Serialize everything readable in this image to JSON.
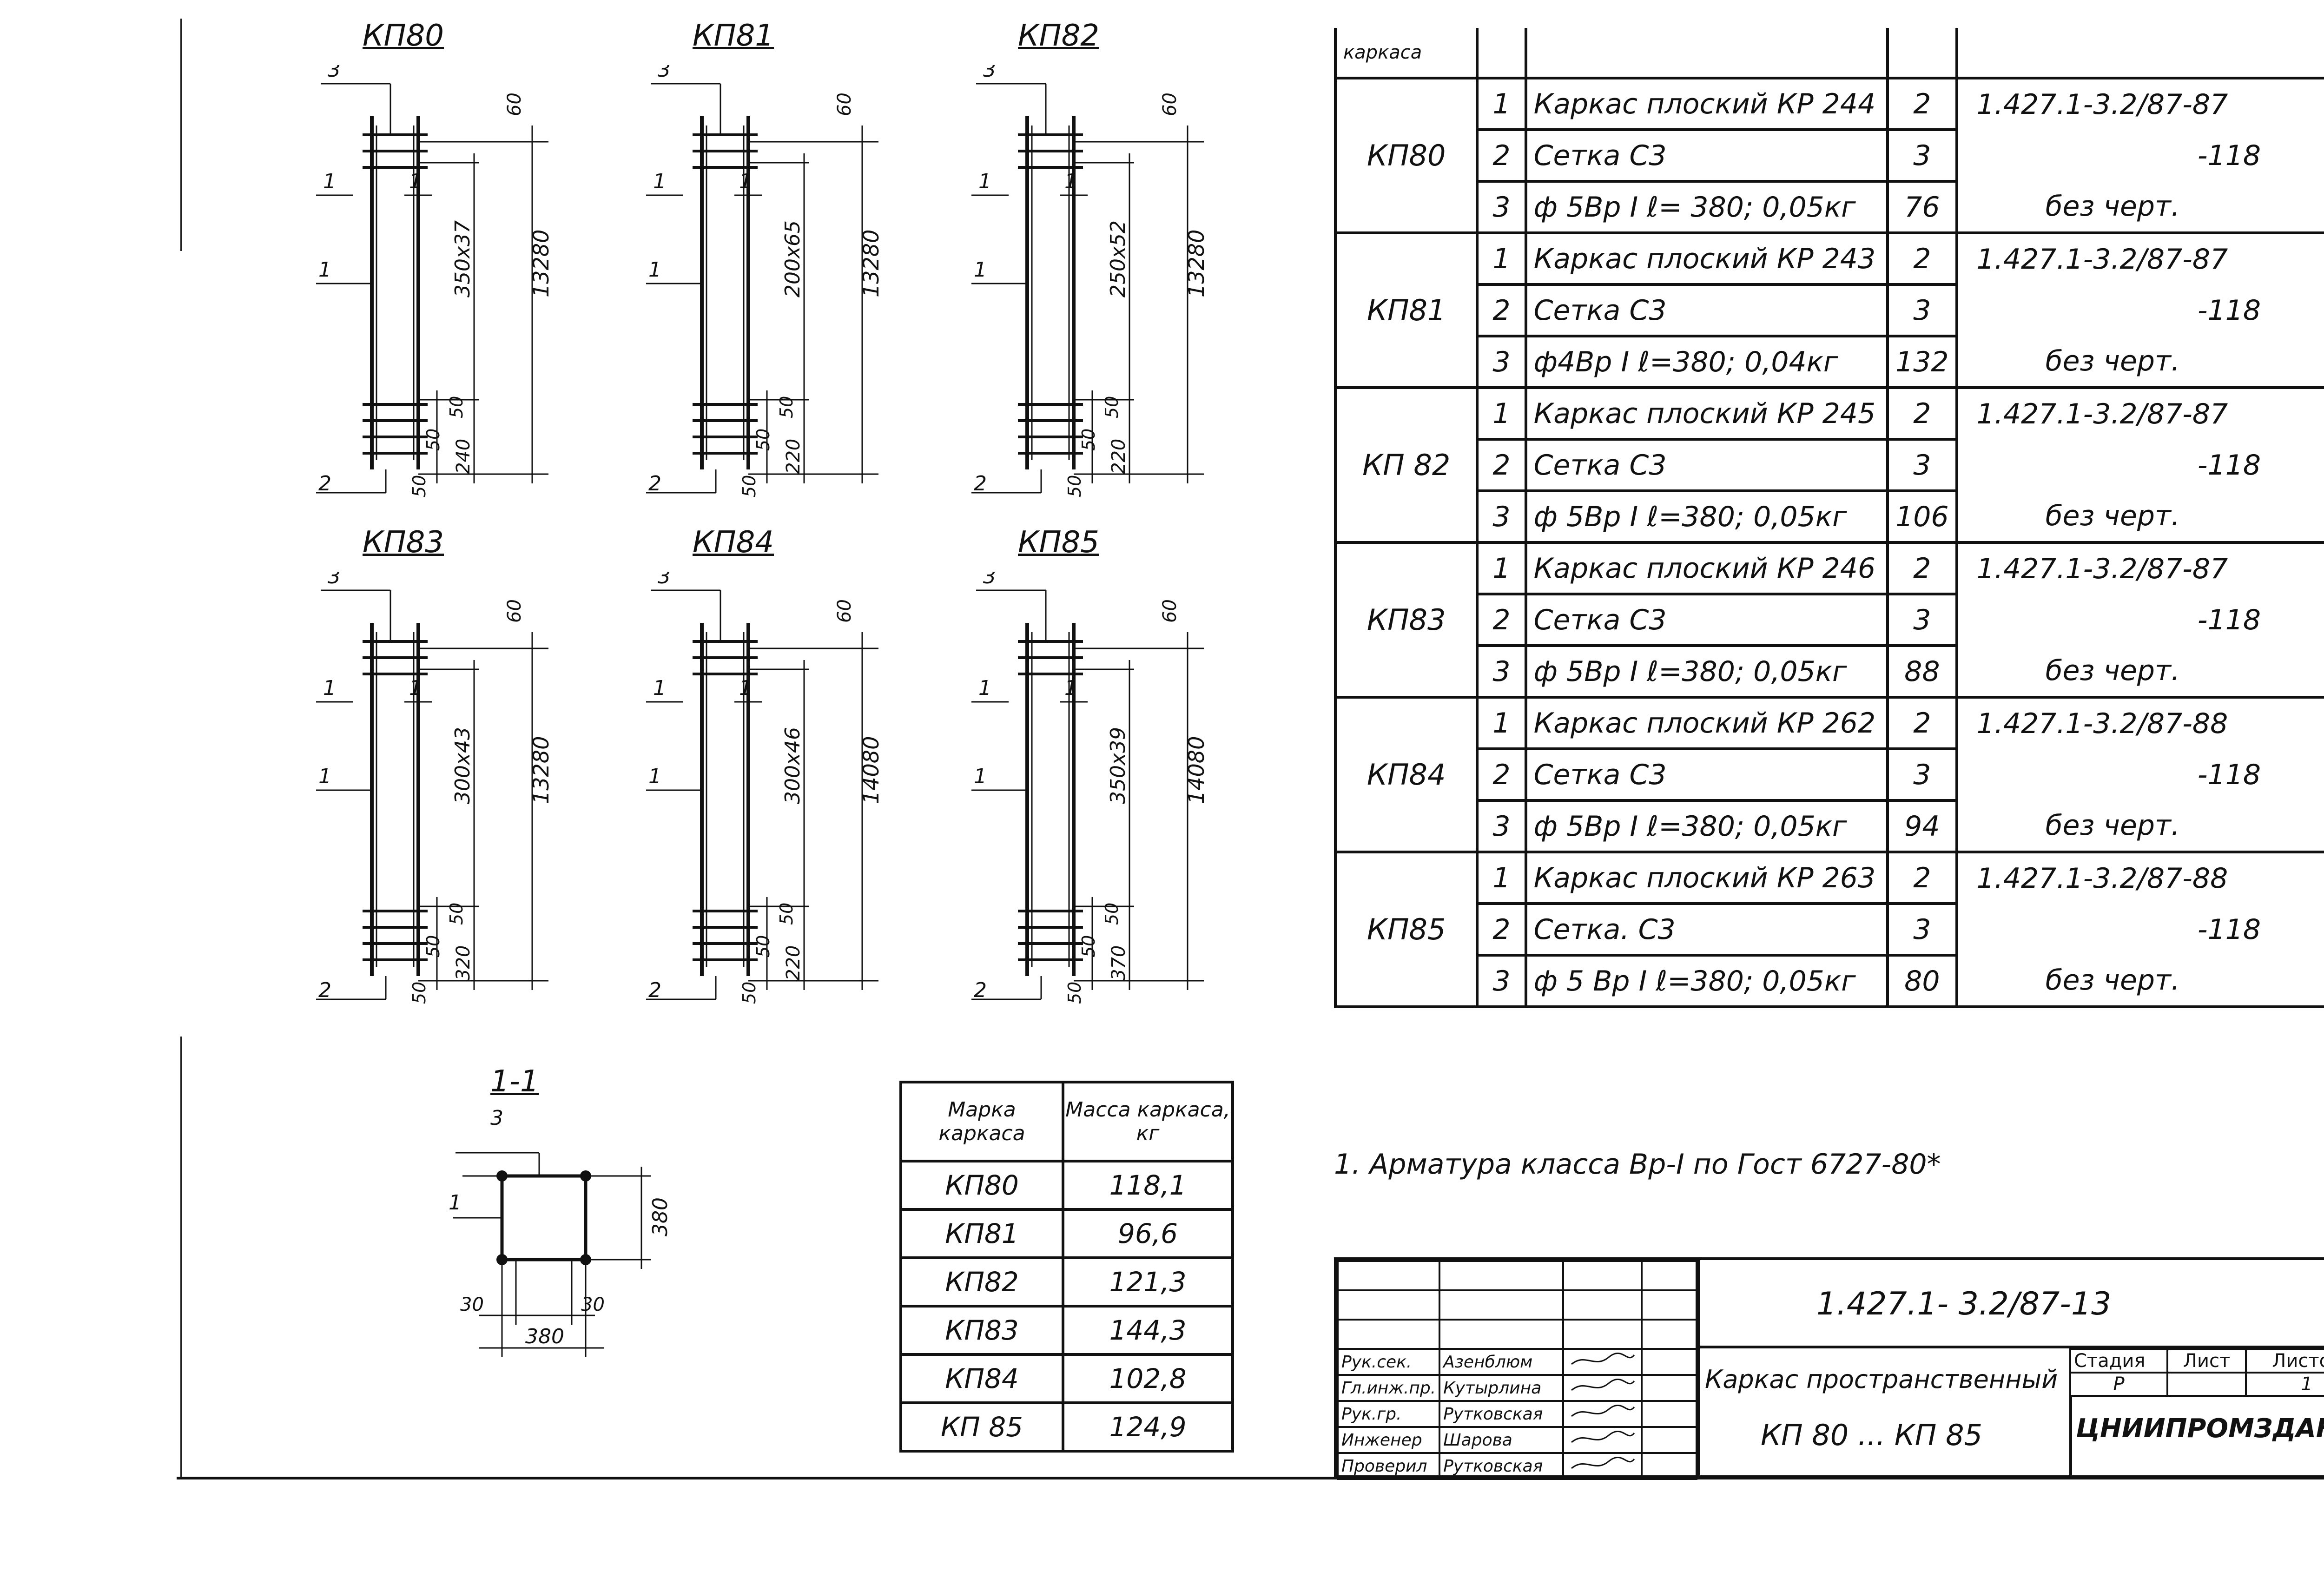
{
  "frames": [
    {
      "name": "КП80",
      "dims": {
        "top": "60",
        "grid": "350x37",
        "total": "13280",
        "b1": "50",
        "b2": "50",
        "b3": "50",
        "bottom": "240"
      }
    },
    {
      "name": "КП81",
      "dims": {
        "top": "60",
        "grid": "200x65",
        "total": "13280",
        "b1": "50",
        "b2": "50",
        "b3": "50",
        "bottom": "220"
      }
    },
    {
      "name": "КП82",
      "dims": {
        "top": "60",
        "grid": "250x52",
        "total": "13280",
        "b1": "50",
        "b2": "50",
        "b3": "50",
        "bottom": "220"
      }
    },
    {
      "name": "КП83",
      "dims": {
        "top": "60",
        "grid": "300x43",
        "total": "13280",
        "b1": "50",
        "b2": "50",
        "b3": "50",
        "bottom": "320"
      }
    },
    {
      "name": "КП84",
      "dims": {
        "top": "60",
        "grid": "300x46",
        "total": "14080",
        "b1": "50",
        "b2": "50",
        "b3": "50",
        "bottom": "220"
      }
    },
    {
      "name": "КП85",
      "dims": {
        "top": "60",
        "grid": "350x39",
        "total": "14080",
        "b1": "50",
        "b2": "50",
        "b3": "50",
        "bottom": "370"
      }
    }
  ],
  "callouts": {
    "pos1": "1",
    "pos2": "2",
    "pos3": "3"
  },
  "section": {
    "title": "1-1",
    "height": "380",
    "width": "380",
    "left": "30",
    "right": "30",
    "pos1": "1",
    "pos3": "3"
  },
  "spec_table": {
    "header": "каркаса",
    "groups": [
      {
        "mark": "КП80",
        "rows": [
          {
            "pos": "1",
            "name": "Каркас плоский КР 244",
            "qty": "2",
            "doc": "1.427.1-3.2/87-87"
          },
          {
            "pos": "2",
            "name": "Сетка С3",
            "qty": "3",
            "doc": "-118"
          },
          {
            "pos": "3",
            "name": "ф 5Вр I ℓ= 380; 0,05кг",
            "qty": "76",
            "doc": "без черт."
          }
        ]
      },
      {
        "mark": "КП81",
        "rows": [
          {
            "pos": "1",
            "name": "Каркас плоский КР 243",
            "qty": "2",
            "doc": "1.427.1-3.2/87-87"
          },
          {
            "pos": "2",
            "name": "Сетка С3",
            "qty": "3",
            "doc": "-118"
          },
          {
            "pos": "3",
            "name": "ф4Вр I ℓ=380; 0,04кг",
            "qty": "132",
            "doc": "без черт."
          }
        ]
      },
      {
        "mark": "КП 82",
        "rows": [
          {
            "pos": "1",
            "name": "Каркас плоский КР 245",
            "qty": "2",
            "doc": "1.427.1-3.2/87-87"
          },
          {
            "pos": "2",
            "name": "Сетка С3",
            "qty": "3",
            "doc": "-118"
          },
          {
            "pos": "3",
            "name": "ф 5Вр I ℓ=380; 0,05кг",
            "qty": "106",
            "doc": "без черт."
          }
        ]
      },
      {
        "mark": "КП83",
        "rows": [
          {
            "pos": "1",
            "name": "Каркас плоский КР 246",
            "qty": "2",
            "doc": "1.427.1-3.2/87-87"
          },
          {
            "pos": "2",
            "name": "Сетка С3",
            "qty": "3",
            "doc": "-118"
          },
          {
            "pos": "3",
            "name": "ф 5Вр I ℓ=380; 0,05кг",
            "qty": "88",
            "doc": "без черт."
          }
        ]
      },
      {
        "mark": "КП84",
        "rows": [
          {
            "pos": "1",
            "name": "Каркас плоский КР 262",
            "qty": "2",
            "doc": "1.427.1-3.2/87-88"
          },
          {
            "pos": "2",
            "name": "Сетка С3",
            "qty": "3",
            "doc": "-118"
          },
          {
            "pos": "3",
            "name": "ф 5Вр I ℓ=380; 0,05кг",
            "qty": "94",
            "doc": "без черт."
          }
        ]
      },
      {
        "mark": "КП85",
        "rows": [
          {
            "pos": "1",
            "name": "Каркас плоский КР 263",
            "qty": "2",
            "doc": "1.427.1-3.2/87-88"
          },
          {
            "pos": "2",
            "name": "Сетка. С3",
            "qty": "3",
            "doc": "-118"
          },
          {
            "pos": "3",
            "name": "ф 5 Вр I ℓ=380; 0,05кг",
            "qty": "80",
            "doc": "без черт."
          }
        ]
      }
    ]
  },
  "note": "1. Арматура класса Вр-I по Гост 6727-80*",
  "mass_table": {
    "header_mark": "Марка каркаса",
    "header_mass": "Масса каркаса, кг",
    "rows": [
      {
        "mark": "КП80",
        "mass": "118,1"
      },
      {
        "mark": "КП81",
        "mass": "96,6"
      },
      {
        "mark": "КП82",
        "mass": "121,3"
      },
      {
        "mark": "КП83",
        "mass": "144,3"
      },
      {
        "mark": "КП84",
        "mass": "102,8"
      },
      {
        "mark": "КП 85",
        "mass": "124,9"
      }
    ]
  },
  "title_block": {
    "code": "1.427.1- 3.2/87-13",
    "title_line1": "Каркас пространственный",
    "title_line2": "КП 80 ... КП 85",
    "stage_label": "Стадия",
    "sheet_label": "Лист",
    "sheets_label": "Листов",
    "stage": "Р",
    "sheets": "1",
    "org": "ЦНИИПРОМЗДАНИЙ",
    "signers": [
      {
        "role": "Рук.сек.",
        "name": "Азенблюм"
      },
      {
        "role": "Гл.инж.пр.",
        "name": "Кутырлина"
      },
      {
        "role": "Рук.гр.",
        "name": "Рутковская"
      },
      {
        "role": "Инженер",
        "name": "Шарова"
      },
      {
        "role": "Проверил",
        "name": "Рутковская"
      }
    ]
  }
}
